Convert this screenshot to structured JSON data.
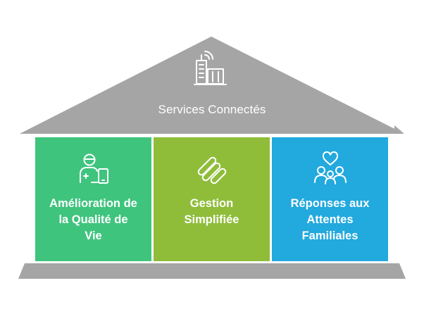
{
  "roof": {
    "title": "Services Connectés",
    "icon": "connected-building-icon",
    "color": "#a5a5a5"
  },
  "base": {
    "color": "#a5a5a5"
  },
  "pillars": [
    {
      "lines": [
        "Amélioration de",
        "la Qualité de",
        "Vie"
      ],
      "icon": "caregiver-tablet-icon",
      "color": "#3fc47e"
    },
    {
      "lines": [
        "Gestion",
        "Simplifiée"
      ],
      "icon": "streamline-icon",
      "color": "#8fbd3a"
    },
    {
      "lines": [
        "Réponses aux",
        "Attentes",
        "Familiales"
      ],
      "icon": "family-heart-icon",
      "color": "#22a9de"
    }
  ]
}
